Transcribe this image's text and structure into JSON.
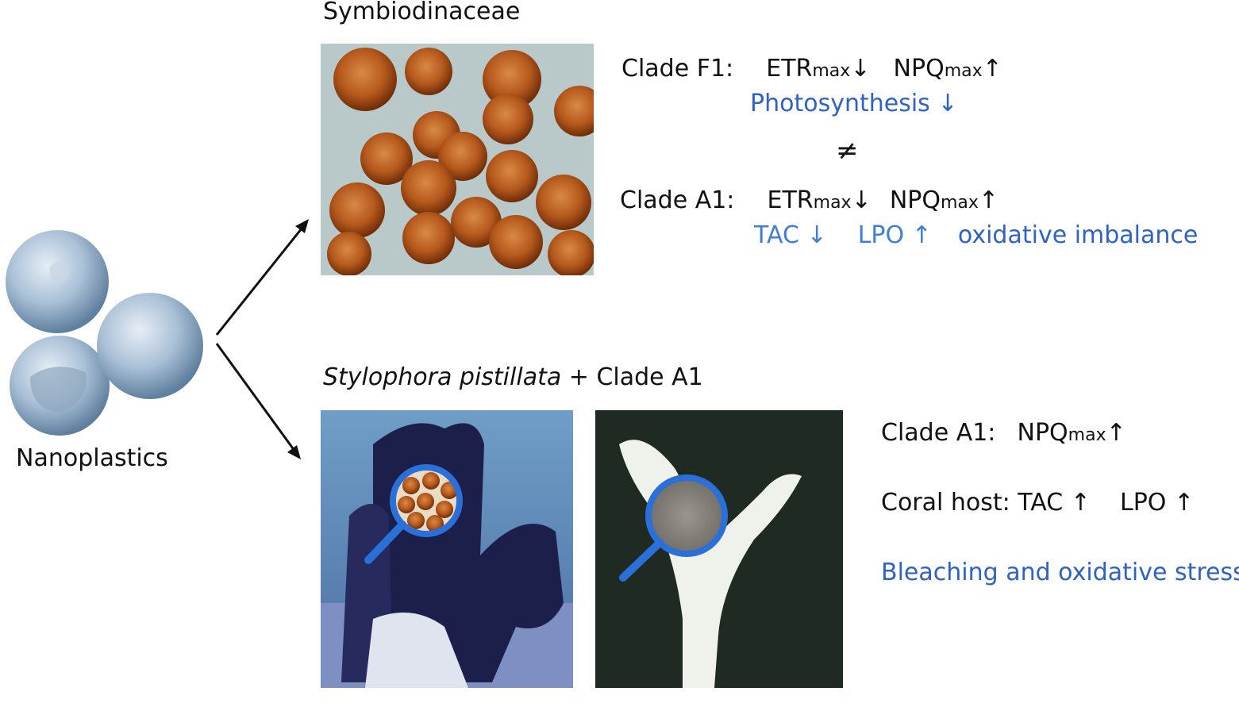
{
  "nanoplastics": {
    "label": "Nanoplastics"
  },
  "symbiodinaceae": {
    "title": "Symbiodinaceae",
    "clade_f1": {
      "label": "Clade F1:",
      "etr": "ETR",
      "etr_sub": "max",
      "etr_arrow": "↓",
      "npq": "NPQ",
      "npq_sub": "max",
      "npq_arrow": "↑",
      "effect": "Photosynthesis ↓"
    },
    "neq": "≠",
    "clade_a1": {
      "label": "Clade A1:",
      "etr": "ETR",
      "etr_sub": "max",
      "etr_arrow": "↓",
      "npq": "NPQ",
      "npq_sub": "max",
      "npq_arrow": "↑",
      "tac": "TAC ↓",
      "lpo": "LPO ↑",
      "effect": "oxidative imbalance"
    }
  },
  "coral": {
    "title_italic": "Stylophora pistillata",
    "title_rest": " + Clade A1",
    "clade_a1": {
      "label": "Clade A1:",
      "npq": "NPQ",
      "npq_sub": "max",
      "npq_arrow": "↑"
    },
    "host": {
      "label": "Coral host: TAC ↑",
      "lpo": "LPO ↑"
    },
    "effect": "Bleaching and oxidative stress"
  },
  "colors": {
    "blue_text": "#2e62c4",
    "light_blue_text": "#3f7fd6",
    "cell_color": "#b5581c",
    "magnifier": "#2b6fd8"
  }
}
